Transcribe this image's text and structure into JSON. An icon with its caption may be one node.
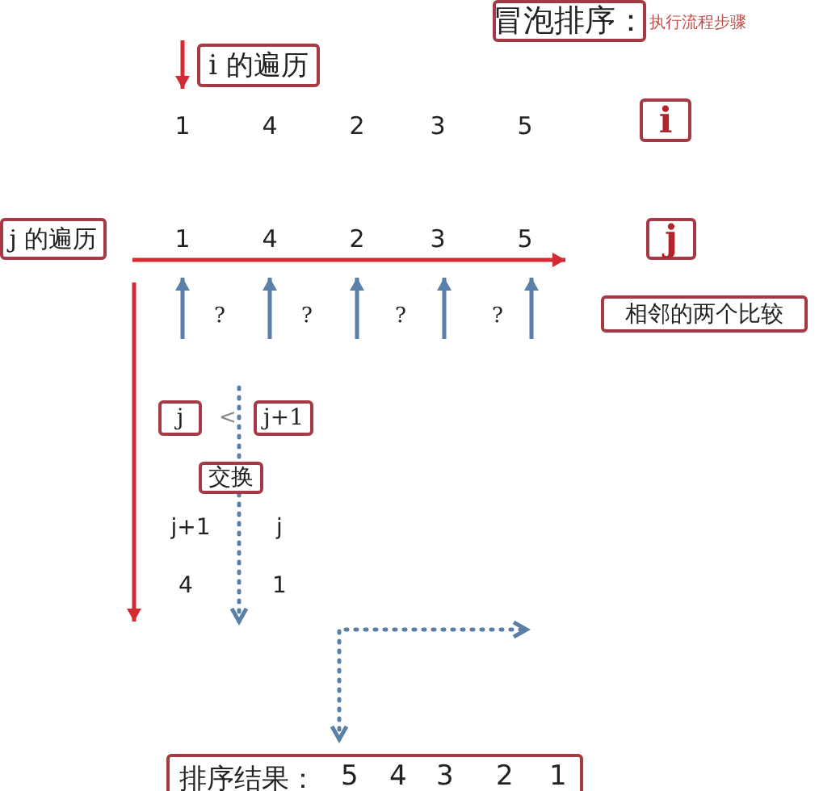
{
  "diagram": {
    "nodes": [
      {
        "text": [
          "冒泡排序："
        ]
      },
      {
        "text": [
          "i 的遍历"
        ]
      },
      {
        "text": [
          "i"
        ]
      },
      {
        "text": [
          "j 的遍历"
        ]
      },
      {
        "text": [
          "j"
        ]
      },
      {
        "text": [
          "相邻的两个比较"
        ]
      },
      {
        "text": [
          "j"
        ]
      },
      {
        "text": [
          "j+1"
        ]
      },
      {
        "text": [
          "交换"
        ]
      },
      {
        "text": [
          "排序结果：",
          "5",
          "4",
          "3",
          "2",
          "1"
        ]
      }
    ],
    "labels": [
      "执行流程步骤",
      "1",
      "4",
      "2",
      "3",
      "5",
      "1",
      "4",
      "2",
      "3",
      "5",
      "?",
      "?",
      "?",
      "?",
      "<",
      "j+1",
      "j",
      "4",
      "1"
    ]
  }
}
